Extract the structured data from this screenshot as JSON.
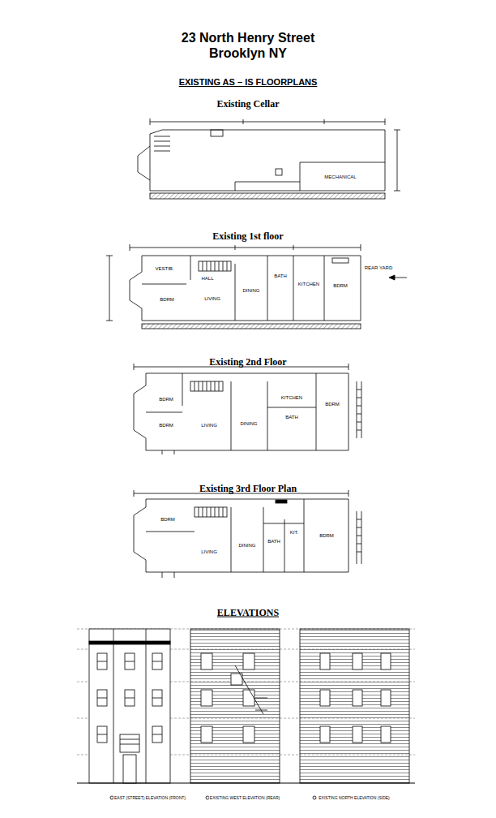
{
  "diagram": {
    "title": "23 North Henry Street Brooklyn NY",
    "labels": [
      "EXISTING AS – IS FLOORPLANS",
      "Existing Cellar",
      "MECHANICAL",
      "Existing 1st floor",
      "VESTIB.",
      "HALL",
      "BDRM",
      "LIVING",
      "DINING",
      "BATH",
      "KITCHEN",
      "BDRM",
      "REAR YARD",
      "Existing 2nd Floor",
      "BDRM",
      "BDRM",
      "LIVING",
      "DINING",
      "BATH",
      "KITCHEN",
      "BDRM",
      "Existing 3rd Floor Plan",
      "BDRM",
      "LIVING",
      "DINING",
      "BATH",
      "KIT.",
      "BDRM",
      "ELEVATIONS",
      "EAST (STREET) ELEVATION (FRONT)",
      "EXISTING WEST ELEVATION (REAR)",
      "EXISTING NORTH ELEVATION (SIDE)"
    ]
  }
}
